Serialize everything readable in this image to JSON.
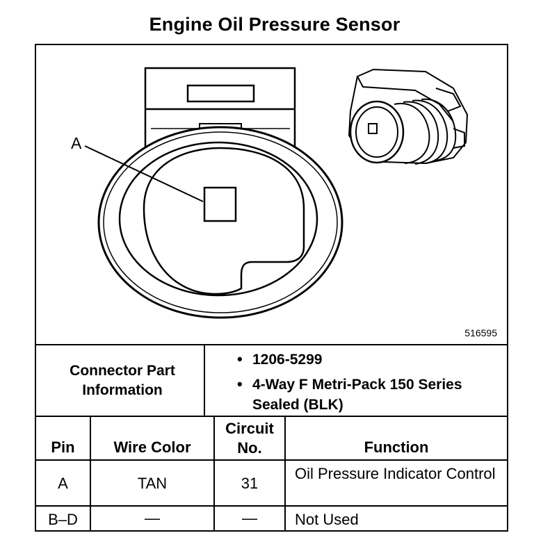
{
  "title": "Engine Oil Pressure Sensor",
  "figure": {
    "pin_callout": "A",
    "figure_number": "516595"
  },
  "connector_info": {
    "label": "Connector Part Information",
    "items": [
      "1206-5299",
      "4-Way F Metri-Pack 150 Series Sealed (BLK)"
    ]
  },
  "table": {
    "headers": {
      "pin": "Pin",
      "wire_color": "Wire Color",
      "circuit_no": "Circuit No.",
      "function": "Function"
    },
    "rows": [
      {
        "pin": "A",
        "wire_color": "TAN",
        "circuit": "31",
        "function": "Oil Pressure Indicator Control"
      },
      {
        "pin": "B–D",
        "wire_color": "—",
        "circuit": "—",
        "function": "Not Used"
      }
    ]
  }
}
